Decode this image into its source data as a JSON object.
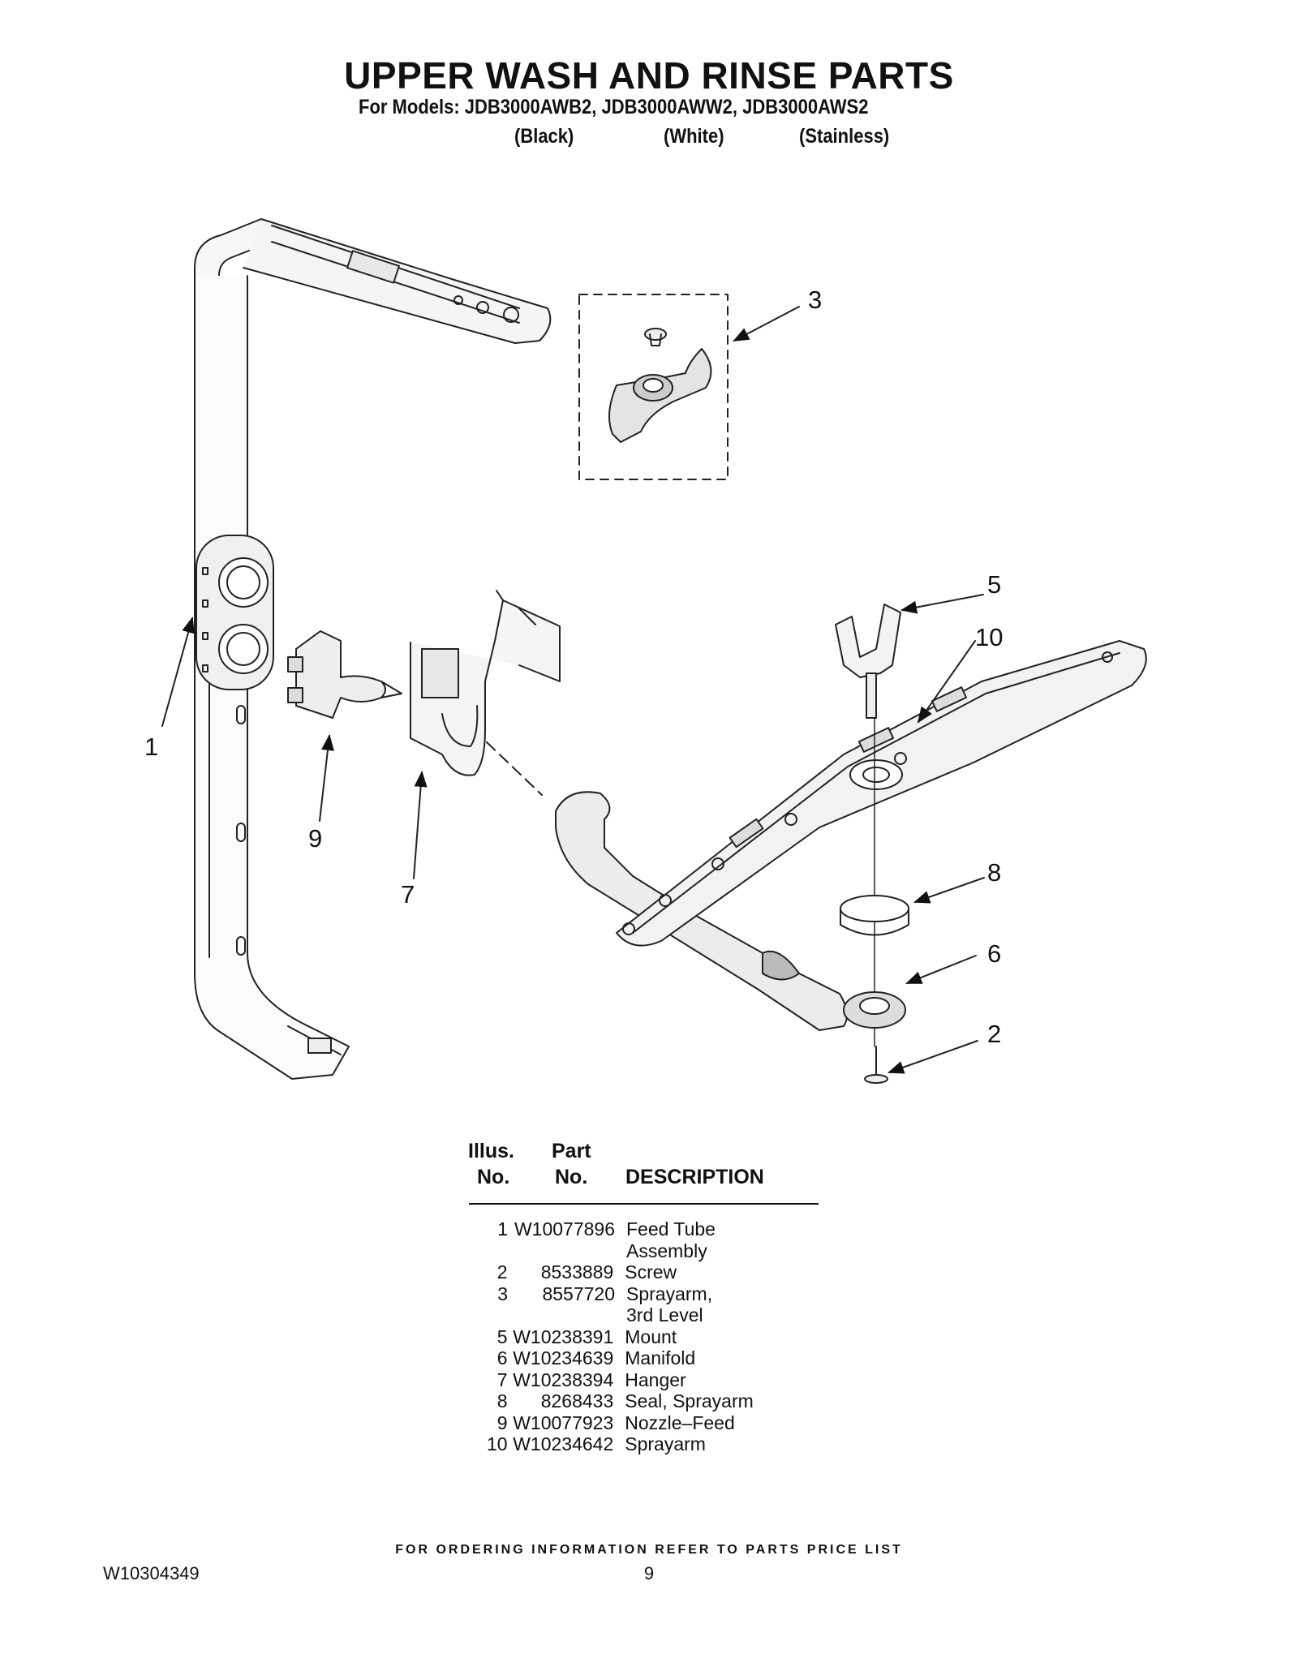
{
  "header": {
    "title": "UPPER WASH AND RINSE PARTS",
    "models": "For Models: JDB3000AWB2, JDB3000AWW2, JDB3000AWS2",
    "finish_black": "(Black)",
    "finish_white": "(White)",
    "finish_stainless": "(Stainless)"
  },
  "callouts": [
    "1",
    "2",
    "3",
    "5",
    "6",
    "7",
    "8",
    "9",
    "10"
  ],
  "parts_table": {
    "col_illus_line1": "Illus.",
    "col_illus_line2": "No.",
    "col_part_line1": "Part",
    "col_part_line2": "No.",
    "col_description": "DESCRIPTION",
    "rows": [
      {
        "illus": "1",
        "part": "W10077896",
        "desc": "Feed Tube Assembly"
      },
      {
        "illus": "2",
        "part": "8533889",
        "desc": "Screw"
      },
      {
        "illus": "3",
        "part": "8557720",
        "desc": "Sprayarm, 3rd Level"
      },
      {
        "illus": "5",
        "part": "W10238391",
        "desc": "Mount"
      },
      {
        "illus": "6",
        "part": "W10234639",
        "desc": "Manifold"
      },
      {
        "illus": "7",
        "part": "W10238394",
        "desc": "Hanger"
      },
      {
        "illus": "8",
        "part": "8268433",
        "desc": "Seal, Sprayarm"
      },
      {
        "illus": "9",
        "part": "W10077923",
        "desc": "Nozzle–Feed"
      },
      {
        "illus": "10",
        "part": "W10234642",
        "desc": "Sprayarm"
      }
    ]
  },
  "footer": {
    "ordering_note": "FOR ORDERING INFORMATION REFER TO PARTS PRICE LIST",
    "document_number": "W10304349",
    "page_number": "9"
  }
}
